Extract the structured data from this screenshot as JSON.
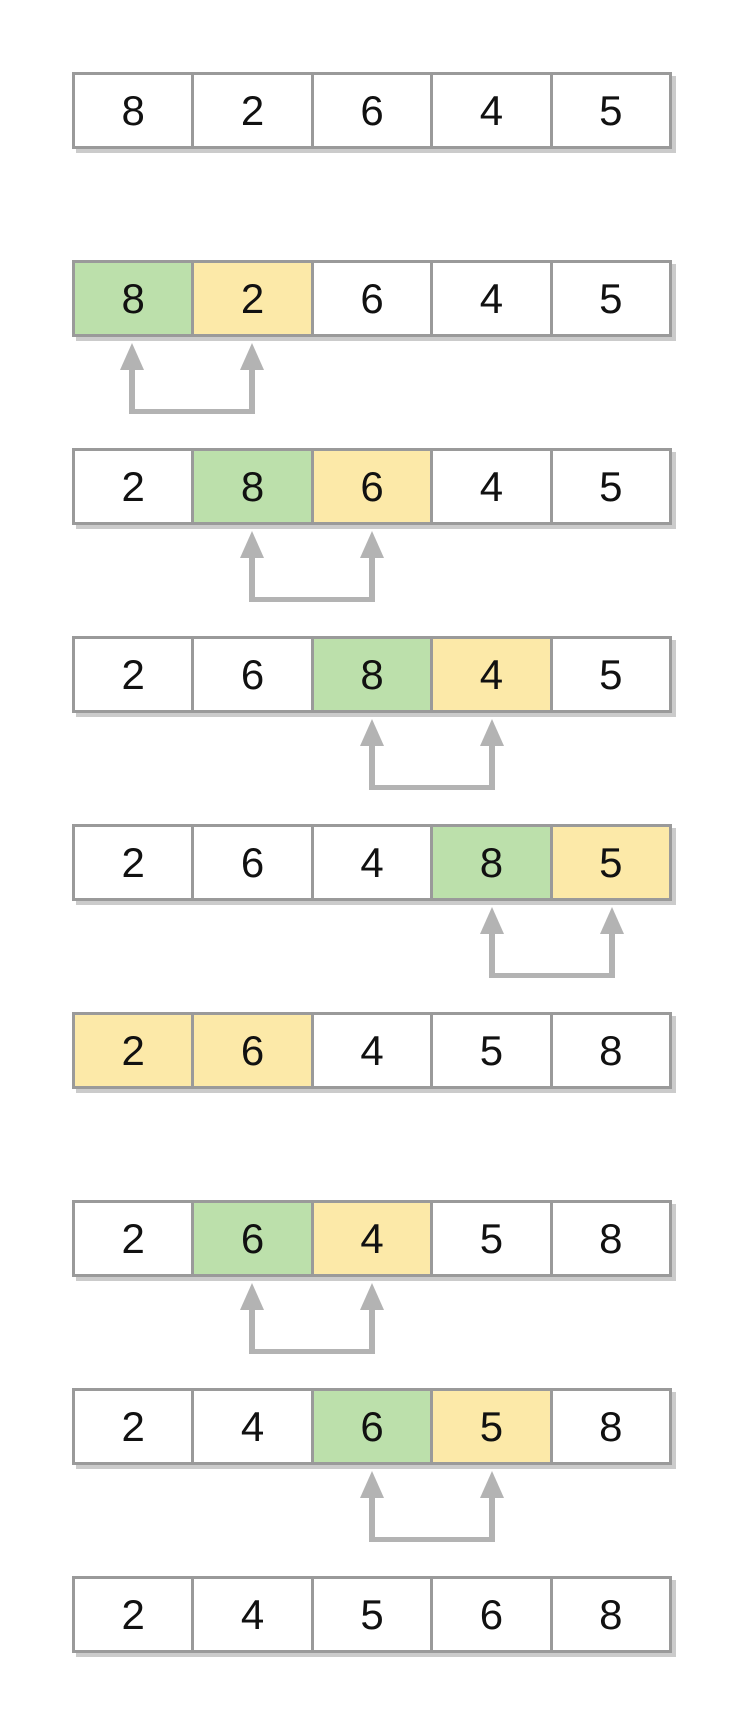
{
  "diagram": {
    "kind": "bubble-sort-steps",
    "cells_per_row": 5,
    "rows": [
      {
        "values": [
          "8",
          "2",
          "6",
          "4",
          "5"
        ],
        "highlights": [
          "none",
          "none",
          "none",
          "none",
          "none"
        ],
        "swap": null
      },
      {
        "values": [
          "8",
          "2",
          "6",
          "4",
          "5"
        ],
        "highlights": [
          "green",
          "yellow",
          "none",
          "none",
          "none"
        ],
        "swap": [
          0,
          1
        ]
      },
      {
        "values": [
          "2",
          "8",
          "6",
          "4",
          "5"
        ],
        "highlights": [
          "none",
          "green",
          "yellow",
          "none",
          "none"
        ],
        "swap": [
          1,
          2
        ]
      },
      {
        "values": [
          "2",
          "6",
          "8",
          "4",
          "5"
        ],
        "highlights": [
          "none",
          "none",
          "green",
          "yellow",
          "none"
        ],
        "swap": [
          2,
          3
        ]
      },
      {
        "values": [
          "2",
          "6",
          "4",
          "8",
          "5"
        ],
        "highlights": [
          "none",
          "none",
          "none",
          "green",
          "yellow"
        ],
        "swap": [
          3,
          4
        ]
      },
      {
        "values": [
          "2",
          "6",
          "4",
          "5",
          "8"
        ],
        "highlights": [
          "yellow",
          "yellow",
          "none",
          "none",
          "none"
        ],
        "swap": null
      },
      {
        "values": [
          "2",
          "6",
          "4",
          "5",
          "8"
        ],
        "highlights": [
          "none",
          "green",
          "yellow",
          "none",
          "none"
        ],
        "swap": [
          1,
          2
        ]
      },
      {
        "values": [
          "2",
          "4",
          "6",
          "5",
          "8"
        ],
        "highlights": [
          "none",
          "none",
          "green",
          "yellow",
          "none"
        ],
        "swap": [
          2,
          3
        ]
      },
      {
        "values": [
          "2",
          "4",
          "5",
          "6",
          "8"
        ],
        "highlights": [
          "none",
          "none",
          "none",
          "none",
          "none"
        ],
        "swap": null
      }
    ]
  },
  "colors": {
    "highlight_green": "#bce0ab",
    "highlight_yellow": "#fce9a8",
    "cell_background": "#ffffff",
    "cell_border": "#9a9a9a",
    "arrow_gray": "#b3b3b3",
    "number_text": "#111111"
  }
}
